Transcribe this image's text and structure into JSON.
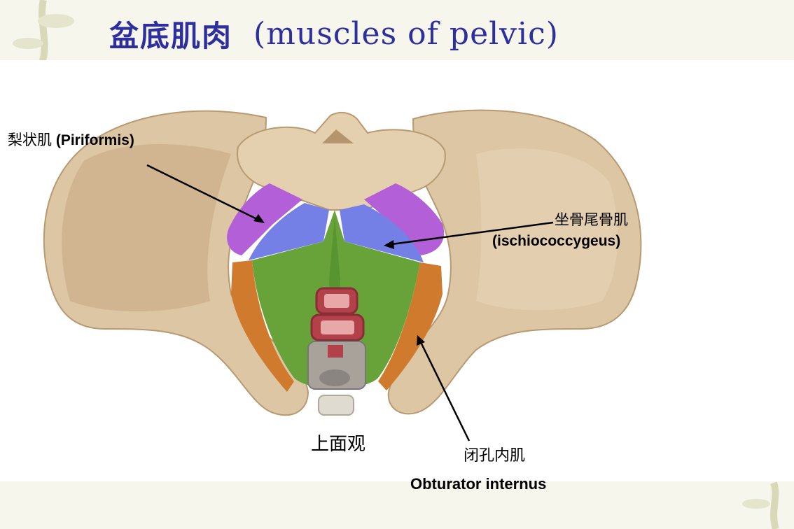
{
  "slide": {
    "title_cn": "盆底肌肉",
    "title_en": "(muscles of pelvic)"
  },
  "labels": {
    "piriformis_cn": "梨状肌",
    "piriformis_en": "(Piriformis)",
    "ischiococcygeus_cn": "坐骨尾骨肌",
    "ischiococcygeus_en": "(ischiococcygeus)",
    "view": "上面观",
    "obturator_cn": "闭孔内肌",
    "obturator_en": "Obturator internus"
  },
  "colors": {
    "title": "#2e2f9e",
    "bone": "#dcc6a3",
    "piriformis": "#b25fd8",
    "ischiococcygeus": "#7580e6",
    "levator_ani": "#67a338",
    "obturator_internus": "#cf7a2c",
    "rectum": "#b3414a"
  }
}
